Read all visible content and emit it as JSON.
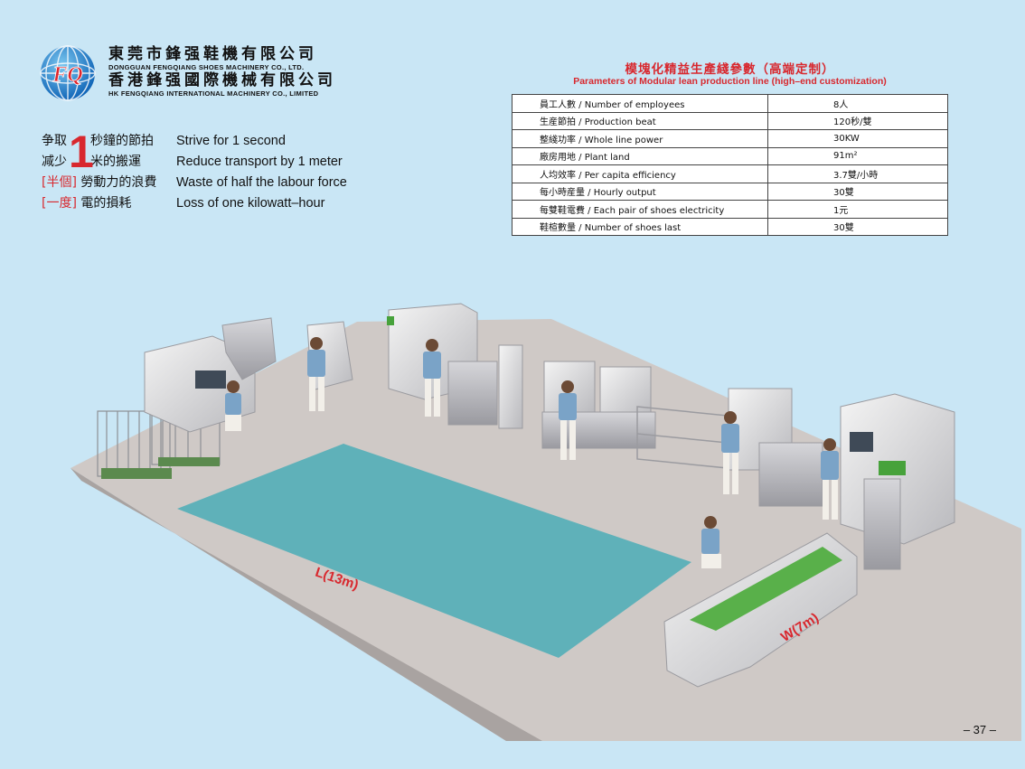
{
  "company": {
    "name_cn": "東莞市鋒强鞋機有限公司",
    "name_en": "DONGGUAN FENGQIANG SHOES MACHINERY CO., LTD.",
    "hk_name_cn": "香港鋒强國際機械有限公司",
    "hk_name_en": "HK FENGQIANG INTERNATIONAL MACHINERY CO., LIMITED",
    "logo_letters": "FQ"
  },
  "slogans": [
    {
      "cn_prefix": "争取",
      "cn_suffix": "秒鐘的節拍",
      "en": "Strive for 1 second"
    },
    {
      "cn_prefix": "减少",
      "cn_suffix": "米的搬運",
      "en": "Reduce transport by 1 meter"
    },
    {
      "cn_prefix": "[半個]",
      "cn_suffix": "勞動力的浪費",
      "en": "Waste of half the labour force"
    },
    {
      "cn_prefix": "[一度]",
      "cn_suffix": "電的損耗",
      "en": "Loss of one kilowatt–hour"
    }
  ],
  "slogan_big_number": "1",
  "params": {
    "title_cn": "模塊化精益生產綫參數（高端定制）",
    "title_en": "Parameters of Modular lean production line (high–end customization)",
    "rows": [
      {
        "label": "員工人數 / Number of employees",
        "value": "8人"
      },
      {
        "label": "生産節拍 / Production beat",
        "value": "120秒/雙"
      },
      {
        "label": "整綫功率 / Whole line power",
        "value": "30KW"
      },
      {
        "label": "廠房用地 / Plant land",
        "value": "91m²"
      },
      {
        "label": "人均效率 / Per capita efficiency",
        "value": "3.7雙/小時"
      },
      {
        "label": "每小時産量 / Hourly output",
        "value": "30雙"
      },
      {
        "label": "每雙鞋電費 / Each pair of shoes electricity",
        "value": "1元"
      },
      {
        "label": "鞋楦數量 / Number of shoes last",
        "value": "30雙"
      }
    ]
  },
  "dimensions": {
    "length": "L(13m)",
    "width": "W(7m)"
  },
  "page_number": "– 37 –",
  "colors": {
    "background": "#c9e6f5",
    "accent_red": "#d8282e",
    "floor": "#cfc9c6",
    "area_teal": "#5fb1b9"
  }
}
